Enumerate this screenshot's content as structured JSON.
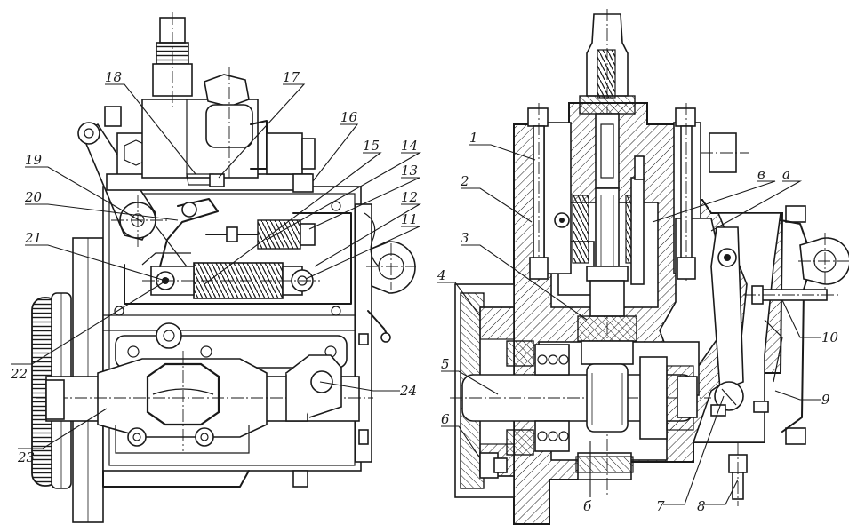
{
  "figure": {
    "left_view_callouts": [
      "18",
      "17",
      "16",
      "15",
      "14",
      "13",
      "12",
      "11",
      "19",
      "20",
      "21",
      "22",
      "23",
      "24"
    ],
    "right_view_callouts": [
      "1",
      "2",
      "3",
      "4",
      "5",
      "6",
      "б",
      "7",
      "8",
      "9",
      "10",
      "в",
      "а"
    ]
  },
  "callouts": {
    "c1": "1",
    "c2": "2",
    "c3": "3",
    "c4": "4",
    "c5": "5",
    "c6": "6",
    "c7": "7",
    "c8": "8",
    "c9": "9",
    "c10": "10",
    "c11": "11",
    "c12": "12",
    "c13": "13",
    "c14": "14",
    "c15": "15",
    "c16": "16",
    "c17": "17",
    "c18": "18",
    "c19": "19",
    "c20": "20",
    "c21": "21",
    "c22": "22",
    "c23": "23",
    "c24": "24",
    "ca": "а",
    "cb": "б",
    "cv": "в"
  }
}
